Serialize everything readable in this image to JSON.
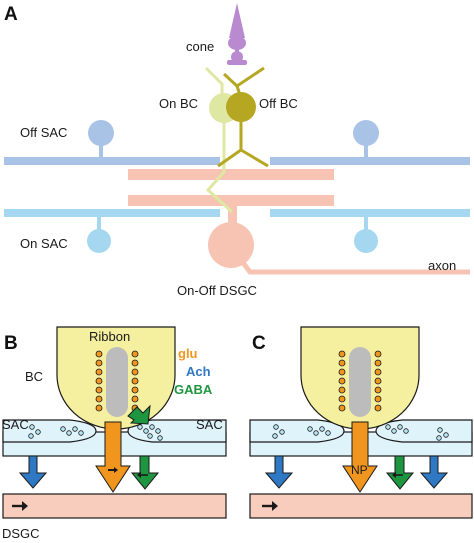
{
  "panels": {
    "a": "A",
    "b": "B",
    "c": "C"
  },
  "labels": {
    "cone": "cone",
    "on_bc": "On BC",
    "off_bc": "Off BC",
    "off_sac": "Off SAC",
    "on_sac": "On SAC",
    "axon": "axon",
    "dsgc_a": "On-Off DSGC",
    "ribbon": "Ribbon",
    "bc": "BC",
    "sac_left": "SAC",
    "sac_right": "SAC",
    "dsgc_b": "DSGC",
    "np": "NP"
  },
  "legend": {
    "glu": "glu",
    "ach": "Ach",
    "gaba": "GABA"
  },
  "colors": {
    "glu": "#f0961e",
    "ach": "#2f78c4",
    "gaba": "#1e9640",
    "cone": "#b98ad0",
    "on_bc": "#dfe8a2",
    "off_bc": "#b5a722",
    "off_sac": "#a9c3e6",
    "on_sac": "#a5d8f0",
    "dsgc": "#f7c4b3",
    "bc_terminal": "#f5f0a0"
  },
  "icons": {
    "direction": "arrow-right-icon"
  }
}
